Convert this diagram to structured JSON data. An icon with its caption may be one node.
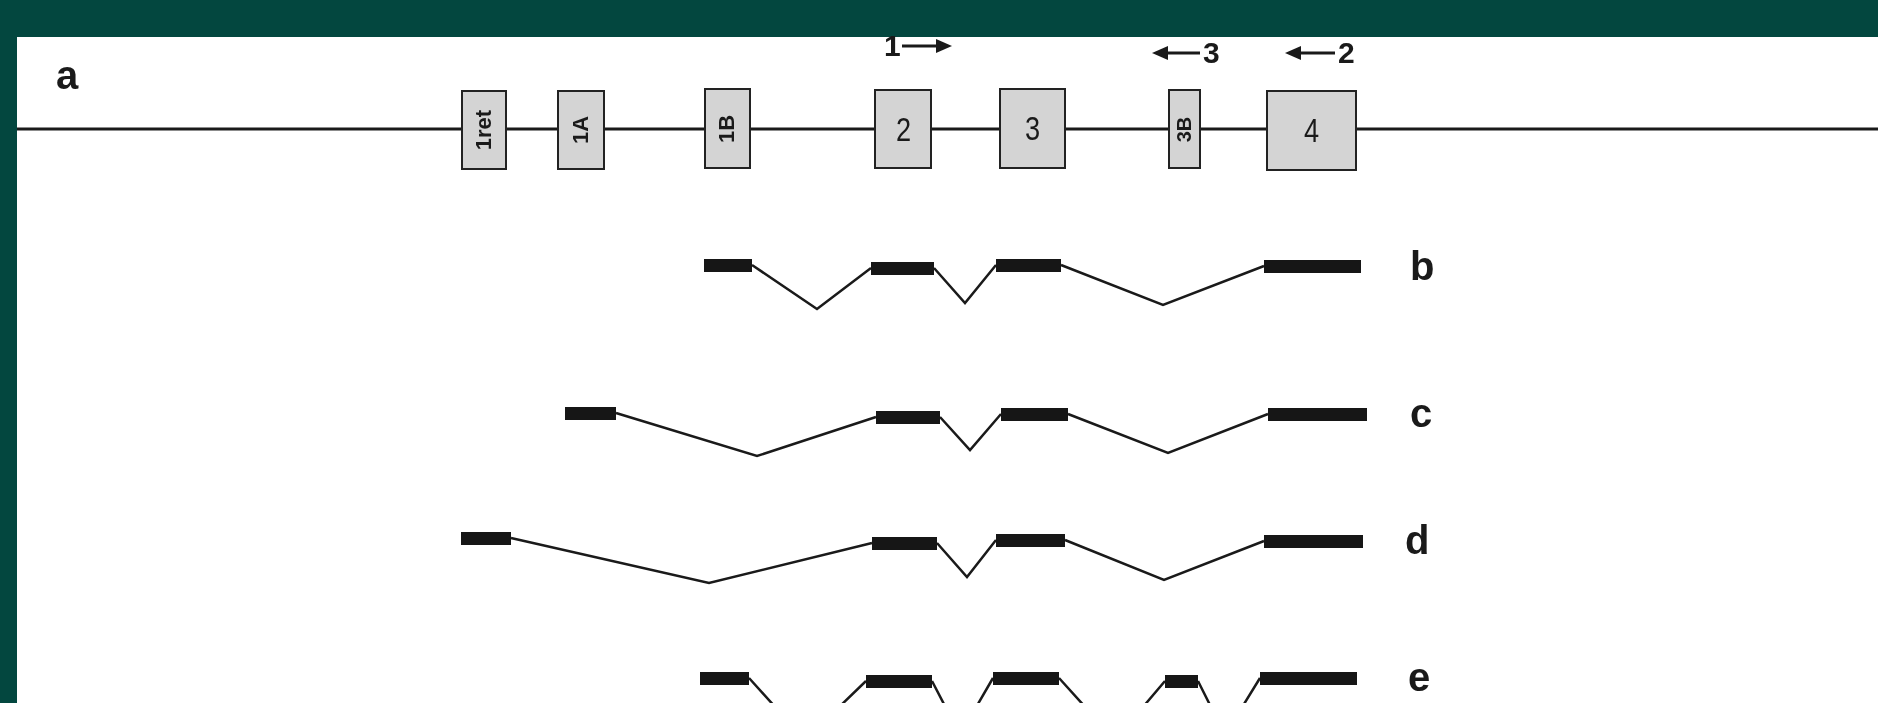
{
  "diagram": {
    "nodes": [
      {
        "text": [
          "1ret"
        ]
      },
      {
        "text": [
          "1A"
        ]
      },
      {
        "text": [
          "1B"
        ]
      },
      {
        "text": [
          "2"
        ]
      },
      {
        "text": [
          "3"
        ]
      },
      {
        "text": [
          "3B"
        ]
      },
      {
        "text": [
          "4"
        ]
      },
      {
        "text": [],
        "shape": "bar"
      },
      {
        "text": [],
        "shape": "bar"
      },
      {
        "text": [],
        "shape": "bar"
      },
      {
        "text": [],
        "shape": "bar"
      },
      {
        "text": [],
        "shape": "bar"
      },
      {
        "text": [],
        "shape": "bar"
      },
      {
        "text": [],
        "shape": "bar"
      },
      {
        "text": [],
        "shape": "bar"
      },
      {
        "text": [],
        "shape": "bar"
      },
      {
        "text": [],
        "shape": "bar"
      },
      {
        "text": [],
        "shape": "bar"
      },
      {
        "text": [],
        "shape": "bar"
      },
      {
        "text": [],
        "shape": "bar"
      },
      {
        "text": [],
        "shape": "bar"
      },
      {
        "text": [],
        "shape": "bar"
      },
      {
        "text": [],
        "shape": "bar"
      },
      {
        "text": [],
        "shape": "bar"
      }
    ],
    "edges": [
      {
        "from": null,
        "to": 0,
        "arrow": "none"
      },
      {
        "from": 0,
        "to": 1,
        "arrow": "none"
      },
      {
        "from": 1,
        "to": 2,
        "arrow": "none"
      },
      {
        "from": 2,
        "to": 3,
        "arrow": "none"
      },
      {
        "from": 3,
        "to": 4,
        "arrow": "none"
      },
      {
        "from": 4,
        "to": 5,
        "arrow": "none"
      },
      {
        "from": 5,
        "to": 6,
        "arrow": "none"
      },
      {
        "from": 6,
        "to": null,
        "arrow": "none"
      },
      {
        "from": 7,
        "to": 8,
        "arrow": "none"
      },
      {
        "from": 8,
        "to": 9,
        "arrow": "none"
      },
      {
        "from": 9,
        "to": 10,
        "arrow": "none"
      },
      {
        "from": 11,
        "to": 12,
        "arrow": "none"
      },
      {
        "from": 12,
        "to": 13,
        "arrow": "none"
      },
      {
        "from": 13,
        "to": 14,
        "arrow": "none"
      },
      {
        "from": 15,
        "to": 16,
        "arrow": "none"
      },
      {
        "from": 16,
        "to": 17,
        "arrow": "none"
      },
      {
        "from": 17,
        "to": 18,
        "arrow": "none"
      },
      {
        "from": 19,
        "to": 20,
        "arrow": "none"
      },
      {
        "from": 20,
        "to": 21,
        "arrow": "none"
      },
      {
        "from": 21,
        "to": 22,
        "arrow": "none"
      },
      {
        "from": 22,
        "to": 23,
        "arrow": "none"
      }
    ],
    "labels": [
      "a",
      "1",
      "3",
      "2",
      "b",
      "c",
      "d",
      "e"
    ]
  }
}
